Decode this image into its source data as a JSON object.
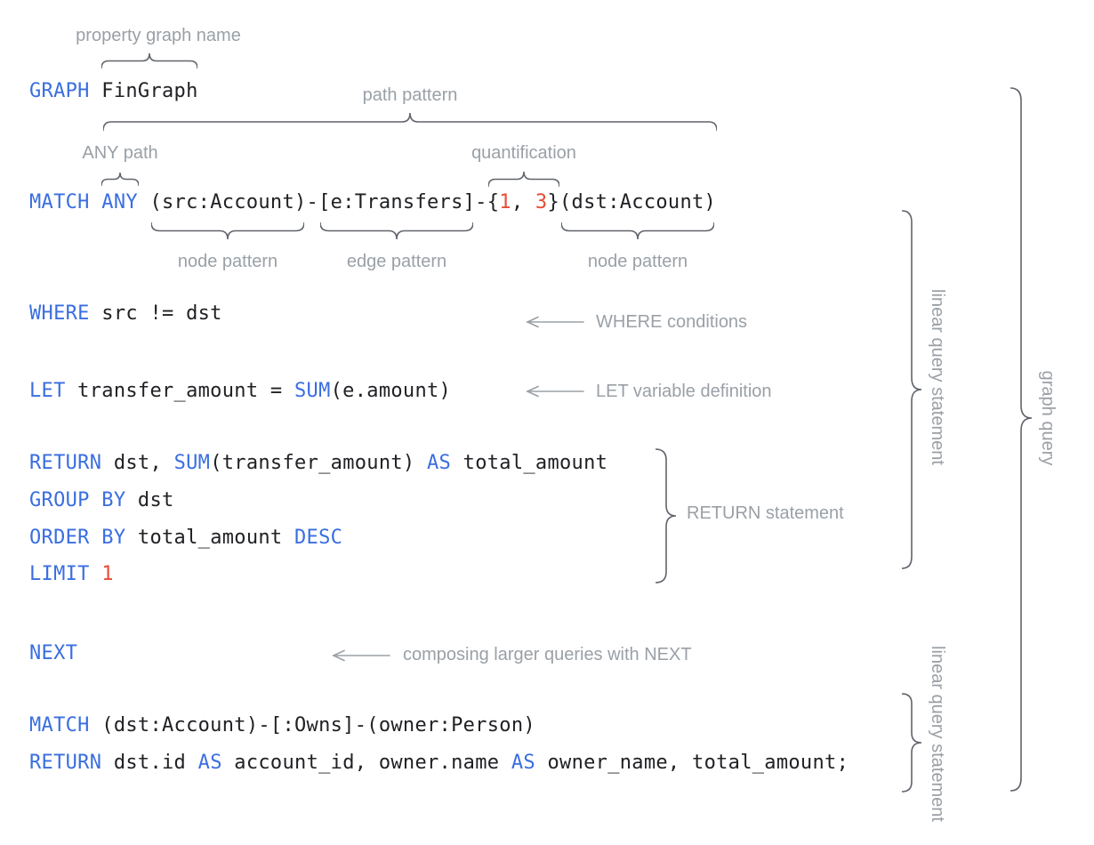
{
  "colors": {
    "keyword": "#3a6ee0",
    "number": "#e94c35",
    "code": "#202124",
    "label": "#9aa0a6",
    "brace": "#60646a",
    "background": "#ffffff"
  },
  "code": {
    "lines": [
      {
        "id": "graph-clause",
        "tokens": [
          {
            "t": "GRAPH",
            "c": "kw"
          },
          {
            "t": " FinGraph",
            "c": "pl"
          }
        ]
      },
      {
        "id": "match-clause",
        "tokens": [
          {
            "t": "MATCH",
            "c": "kw"
          },
          {
            "t": " ",
            "c": "pl"
          },
          {
            "t": "ANY",
            "c": "kw"
          },
          {
            "t": " (src:Account)-[e:Transfers]-{",
            "c": "pl"
          },
          {
            "t": "1",
            "c": "num"
          },
          {
            "t": ", ",
            "c": "pl"
          },
          {
            "t": "3",
            "c": "num"
          },
          {
            "t": "}(dst:Account)",
            "c": "pl"
          }
        ]
      },
      {
        "id": "where-clause",
        "tokens": [
          {
            "t": "WHERE",
            "c": "kw"
          },
          {
            "t": " src != dst",
            "c": "pl"
          }
        ]
      },
      {
        "id": "let-clause",
        "tokens": [
          {
            "t": "LET",
            "c": "kw"
          },
          {
            "t": " transfer_amount = ",
            "c": "pl"
          },
          {
            "t": "SUM",
            "c": "kw"
          },
          {
            "t": "(e.amount)",
            "c": "pl"
          }
        ]
      },
      {
        "id": "return-clause",
        "tokens": [
          {
            "t": "RETURN",
            "c": "kw"
          },
          {
            "t": " dst, ",
            "c": "pl"
          },
          {
            "t": "SUM",
            "c": "kw"
          },
          {
            "t": "(transfer_amount) ",
            "c": "pl"
          },
          {
            "t": "AS",
            "c": "kw"
          },
          {
            "t": " total_amount",
            "c": "pl"
          }
        ]
      },
      {
        "id": "group-by-clause",
        "tokens": [
          {
            "t": "GROUP BY",
            "c": "kw"
          },
          {
            "t": " dst",
            "c": "pl"
          }
        ]
      },
      {
        "id": "order-by-clause",
        "tokens": [
          {
            "t": "ORDER BY",
            "c": "kw"
          },
          {
            "t": " total_amount ",
            "c": "pl"
          },
          {
            "t": "DESC",
            "c": "kw"
          }
        ]
      },
      {
        "id": "limit-clause",
        "tokens": [
          {
            "t": "LIMIT",
            "c": "kw"
          },
          {
            "t": " ",
            "c": "pl"
          },
          {
            "t": "1",
            "c": "num"
          }
        ]
      },
      {
        "id": "next-clause",
        "tokens": [
          {
            "t": "NEXT",
            "c": "kw"
          }
        ]
      },
      {
        "id": "match-clause-2",
        "tokens": [
          {
            "t": "MATCH",
            "c": "kw"
          },
          {
            "t": " (dst:Account)-[:Owns]-(owner:Person)",
            "c": "pl"
          }
        ]
      },
      {
        "id": "return-clause-2",
        "tokens": [
          {
            "t": "RETURN",
            "c": "kw"
          },
          {
            "t": " dst.id ",
            "c": "pl"
          },
          {
            "t": "AS",
            "c": "kw"
          },
          {
            "t": " account_id, owner.name ",
            "c": "pl"
          },
          {
            "t": "AS",
            "c": "kw"
          },
          {
            "t": " owner_name, total_amount;",
            "c": "pl"
          }
        ]
      }
    ]
  },
  "annotations": {
    "property_graph_name": "property graph name",
    "path_pattern": "path pattern",
    "any_path": "ANY path",
    "quantification": "quantification",
    "node_pattern_left": "node pattern",
    "edge_pattern": "edge pattern",
    "node_pattern_right": "node pattern",
    "where_conditions": "WHERE conditions",
    "let_variable_definition": "LET variable definition",
    "return_statement": "RETURN statement",
    "composing_next": "composing larger queries with NEXT",
    "linear_query_statement_top": "linear query statement",
    "graph_query": "graph query",
    "linear_query_statement_bottom": "linear query statement"
  }
}
